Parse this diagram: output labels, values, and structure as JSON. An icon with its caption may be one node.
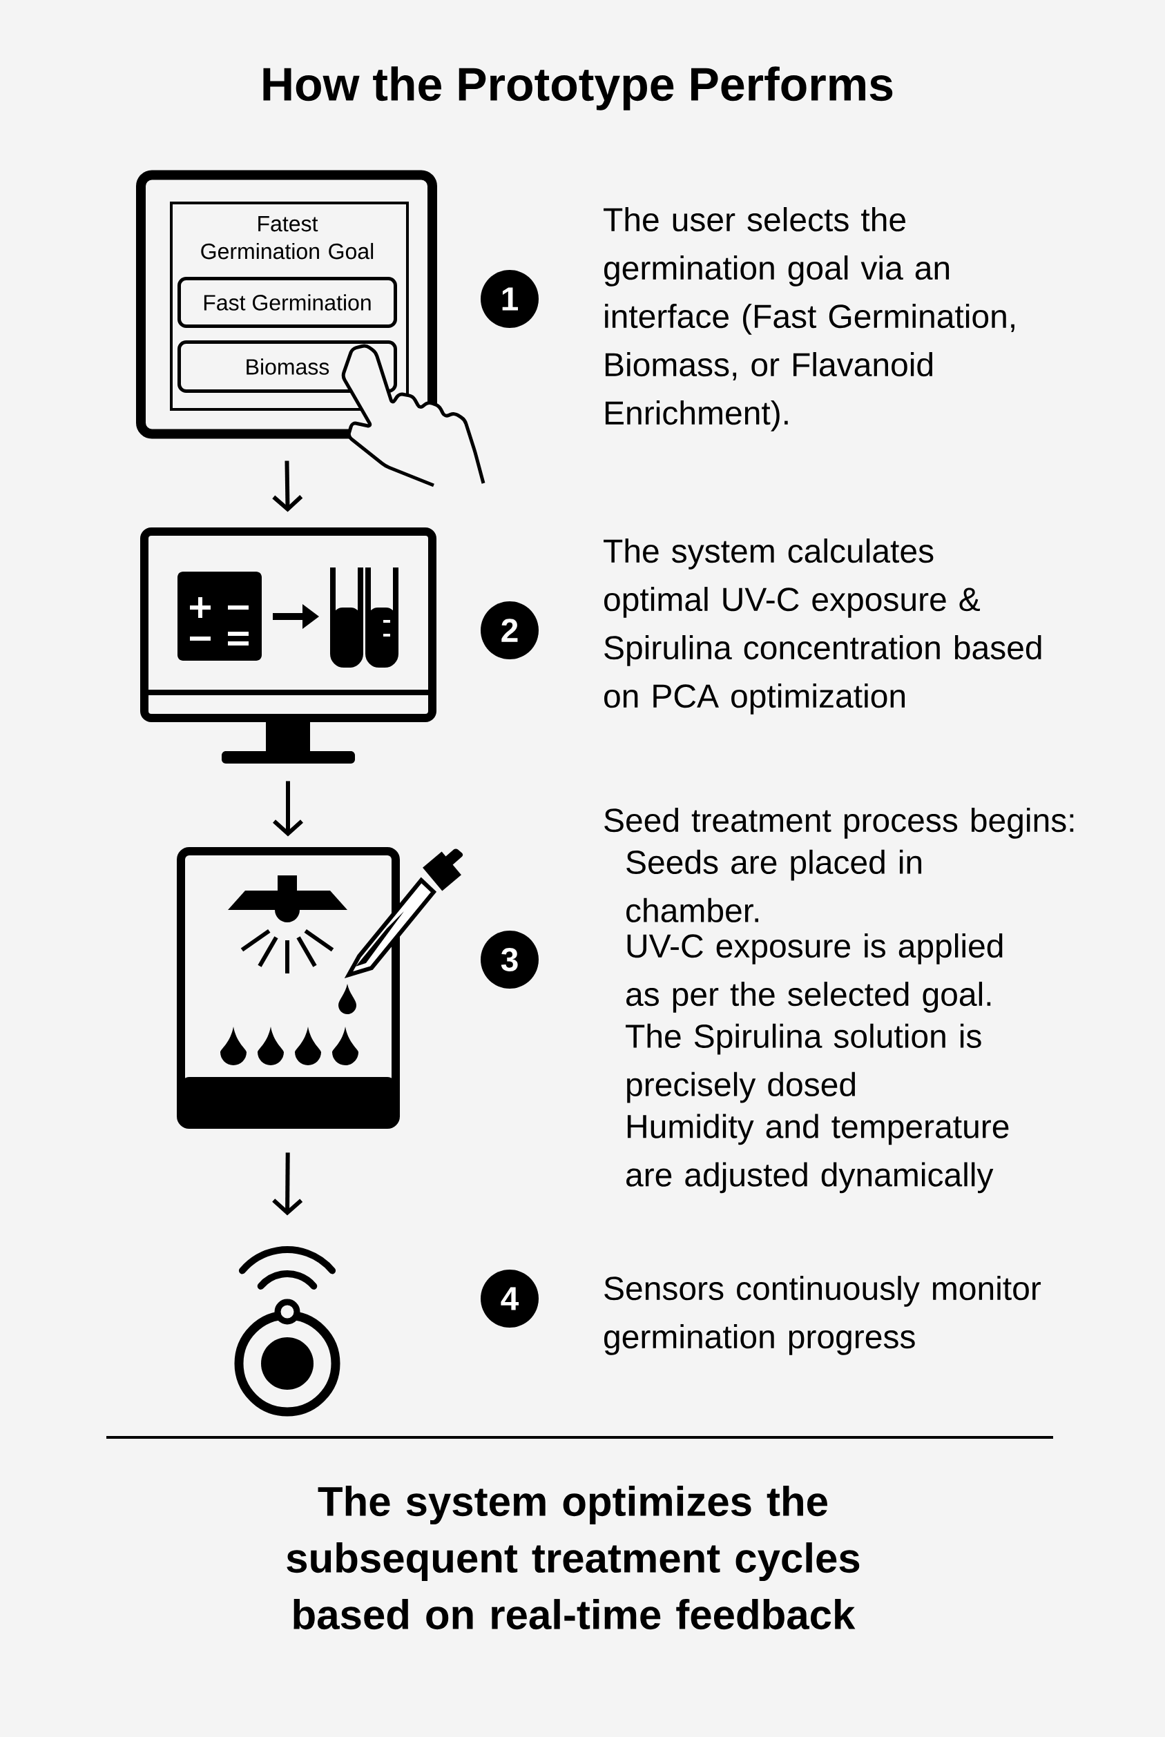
{
  "diagram": {
    "title": "How the Prototype Performs",
    "nodes": [
      {
        "text": [
          "Fatest Germination Goal"
        ]
      },
      {
        "text": [
          "Fast Germination"
        ],
        "in": 0
      },
      {
        "text": [
          "Biomass"
        ],
        "in": 0
      },
      {
        "text": [
          "1"
        ],
        "beside": [
          "The user selects the germination goal via an interface (Fast Germination, Biomass, or Flavanoid Enrichment)."
        ]
      },
      {
        "text": [],
        "shape": "picture"
      },
      {
        "text": [
          "2"
        ],
        "beside": [
          "The system calculates optimal UV-C exposure & Spirulina concentration based on PCA optimization"
        ]
      },
      {
        "text": [],
        "shape": "picture"
      },
      {
        "text": [
          "3"
        ],
        "beside": [
          "Seed treatment process begins:",
          "Seeds are placed in chamber.",
          "UV-C exposure is applied as per the selected goal.",
          "The Spirulina solution is precisely dosed",
          "Humidity and temperature are adjusted dynamically"
        ]
      },
      {
        "text": [],
        "shape": "picture"
      },
      {
        "text": [
          "4"
        ],
        "beside": [
          "Sensors continuously monitor germination progress"
        ]
      }
    ],
    "edges": [
      {
        "from": 0,
        "to": 4,
        "arrow": "to"
      },
      {
        "from": 4,
        "to": 6,
        "arrow": "to"
      },
      {
        "from": 6,
        "to": 8,
        "arrow": "to"
      }
    ],
    "caption": "The system optimizes the subsequent treatment cycles based on real-time feedback"
  }
}
